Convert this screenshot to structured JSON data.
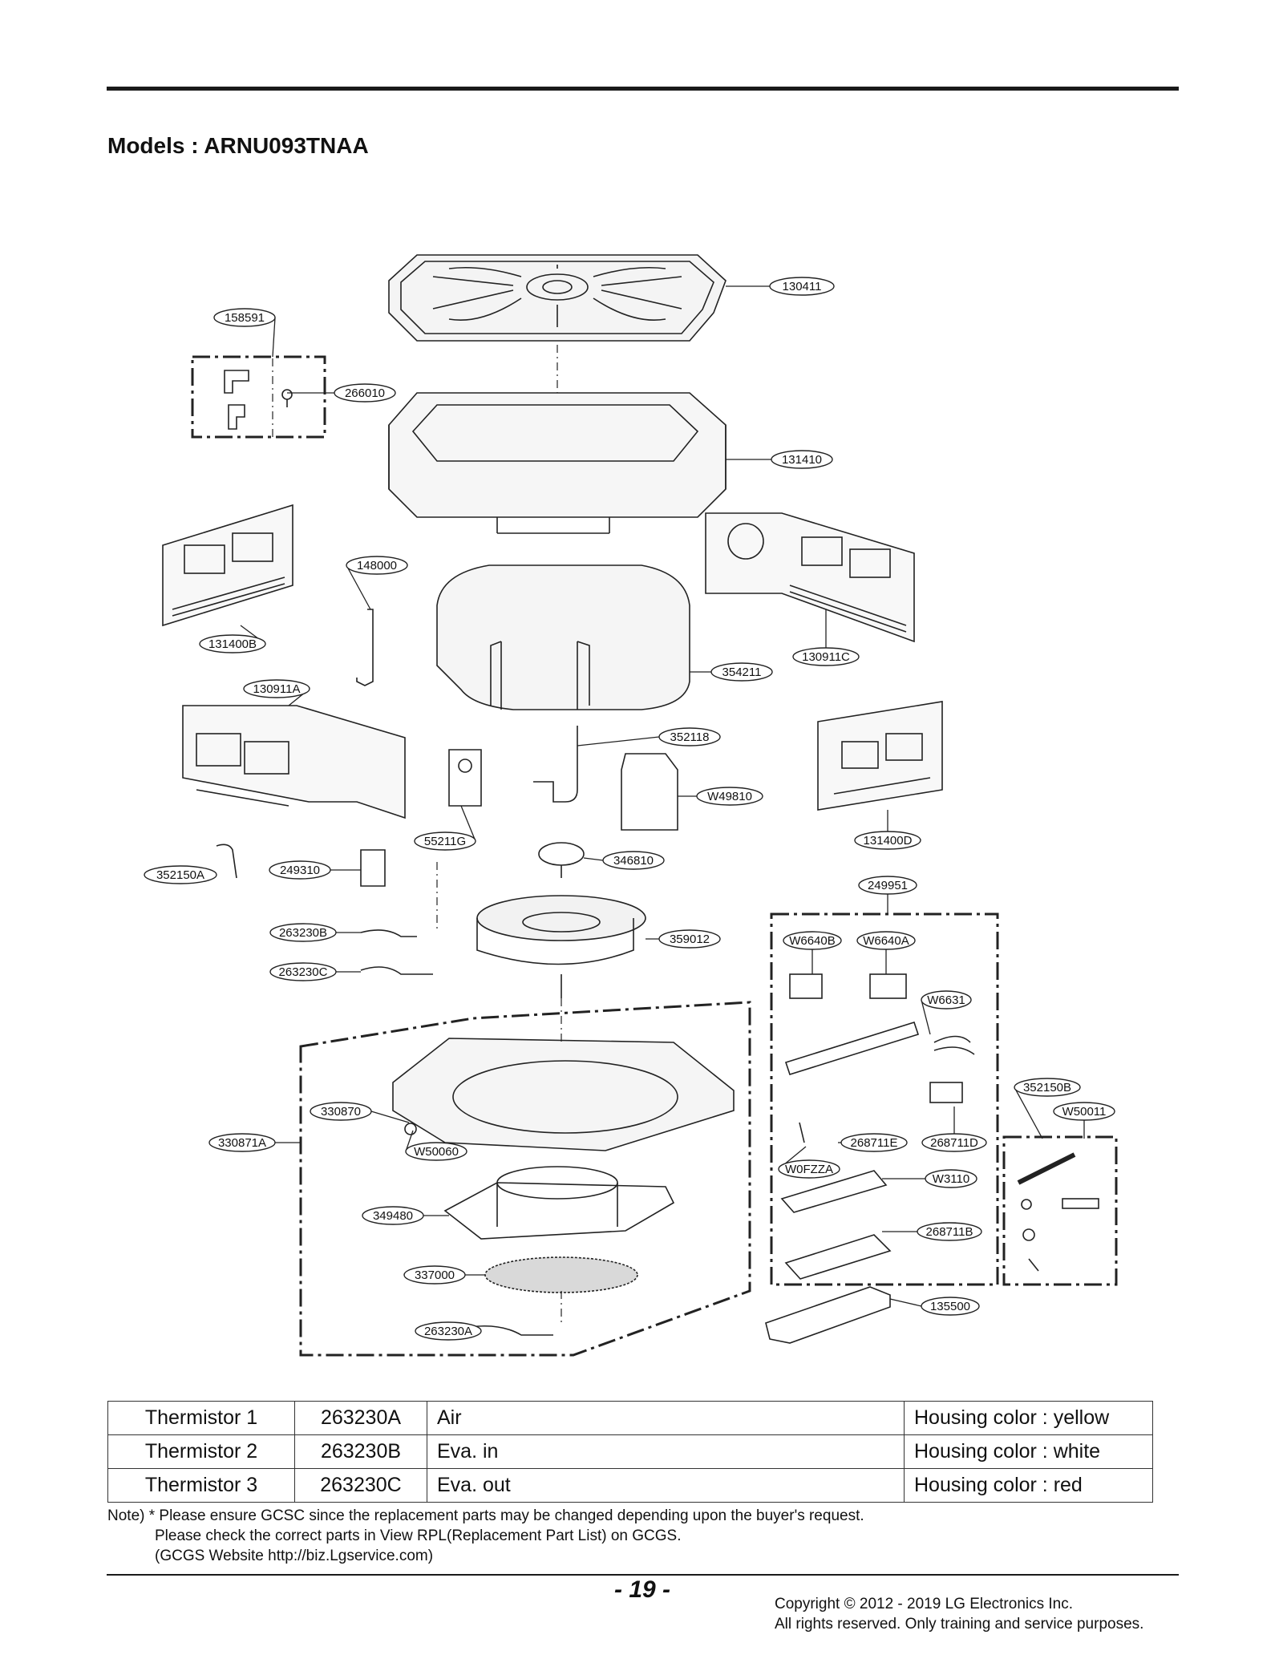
{
  "page": {
    "title": "Models : ARNU093TNAA",
    "page_number": "- 19 -",
    "copyright_line1": "Copyright © 2012 - 2019 LG Electronics Inc.",
    "copyright_line2": "All rights reserved. Only training and service purposes."
  },
  "diagram": {
    "callouts": [
      {
        "label": "130411"
      },
      {
        "label": "158591"
      },
      {
        "label": "266010"
      },
      {
        "label": "131410"
      },
      {
        "label": "148000"
      },
      {
        "label": "131400B"
      },
      {
        "label": "130911C"
      },
      {
        "label": "354211"
      },
      {
        "label": "130911A"
      },
      {
        "label": "352118"
      },
      {
        "label": "W49810"
      },
      {
        "label": "55211G"
      },
      {
        "label": "131400D"
      },
      {
        "label": "352150A"
      },
      {
        "label": "249310"
      },
      {
        "label": "346810"
      },
      {
        "label": "249951"
      },
      {
        "label": "263230B"
      },
      {
        "label": "359012"
      },
      {
        "label": "W6640B"
      },
      {
        "label": "W6640A"
      },
      {
        "label": "263230C"
      },
      {
        "label": "W6631"
      },
      {
        "label": "352150B"
      },
      {
        "label": "W50011"
      },
      {
        "label": "330870"
      },
      {
        "label": "330871A"
      },
      {
        "label": "W50060"
      },
      {
        "label": "268711E"
      },
      {
        "label": "268711D"
      },
      {
        "label": "W0FZZA"
      },
      {
        "label": "W3110"
      },
      {
        "label": "349480"
      },
      {
        "label": "268711B"
      },
      {
        "label": "337000"
      },
      {
        "label": "135500"
      },
      {
        "label": "263230A"
      }
    ]
  },
  "thermistor_table": {
    "rows": [
      {
        "name": "Thermistor 1",
        "part": "263230A",
        "location": "Air",
        "housing": "Housing color : yellow"
      },
      {
        "name": "Thermistor 2",
        "part": "263230B",
        "location": "Eva. in",
        "housing": "Housing color : white"
      },
      {
        "name": "Thermistor 3",
        "part": "263230C",
        "location": "Eva. out",
        "housing": "Housing color : red"
      }
    ]
  },
  "note": {
    "line1": "Note) * Please ensure GCSC since the replacement parts may be changed depending upon the buyer's request.",
    "line2": "Please check the correct parts in View RPL(Replacement Part List) on GCGS.",
    "line3": "(GCGS Website http://biz.Lgservice.com)"
  }
}
